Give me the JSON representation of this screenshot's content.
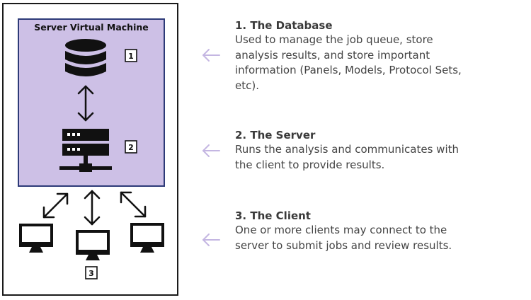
{
  "diagram": {
    "vm_title": "Server Virtual Machine",
    "badges": [
      "1",
      "2",
      "3"
    ],
    "icons": [
      "database-icon",
      "server-icon",
      "monitor-icon"
    ],
    "colors": {
      "vm_fill": "#cdc0e6",
      "vm_border": "#2d3a78",
      "arrow_accent": "#c4b6e2",
      "text": "#444444"
    }
  },
  "sections": [
    {
      "heading": "1. The Database",
      "description": "Used to manage the job queue, store analysis results, and store important information (Panels, Models, Protocol Sets, etc)."
    },
    {
      "heading": "2. The Server",
      "description": "Runs the analysis and communicates with the client to provide results."
    },
    {
      "heading": "3. The Client",
      "description": "One or more clients may connect to the server to submit jobs and review results."
    }
  ]
}
